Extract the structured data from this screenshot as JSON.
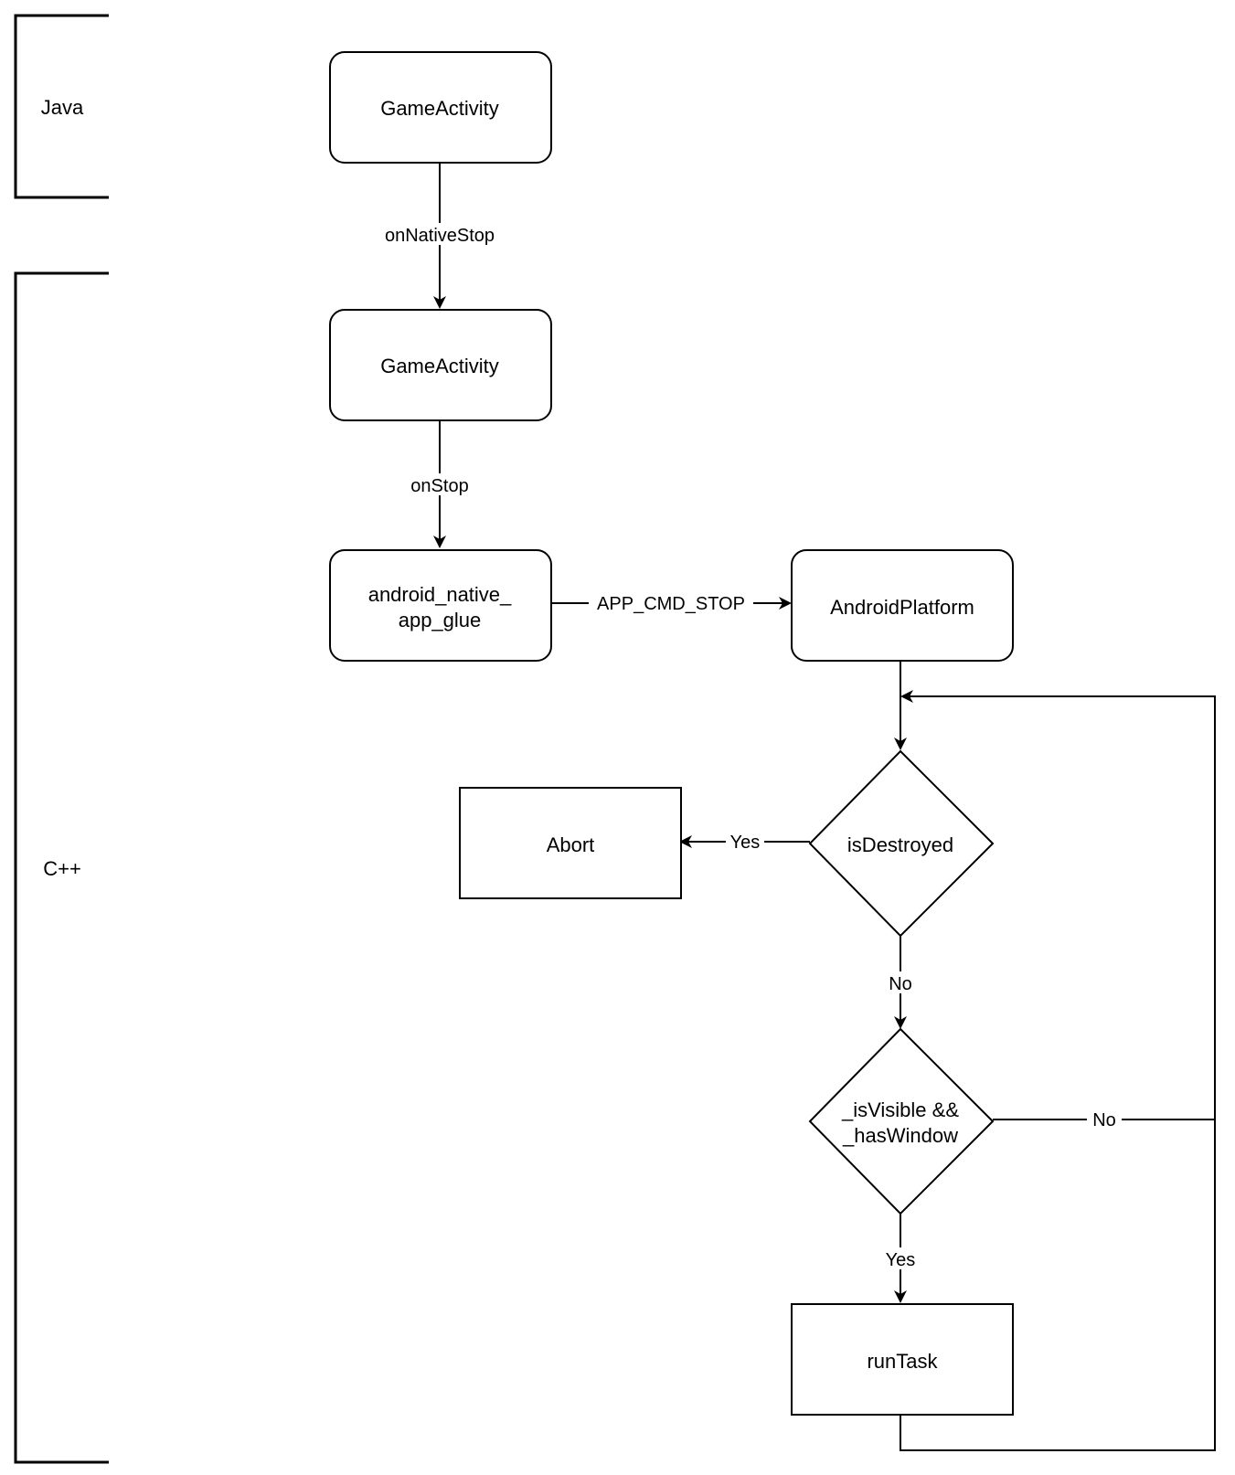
{
  "lanes": {
    "java": "Java",
    "cpp": "C++"
  },
  "nodes": {
    "game_activity_java": "GameActivity",
    "game_activity_cpp": "GameActivity",
    "glue_line1": "android_native_",
    "glue_line2": "app_glue",
    "android_platform": "AndroidPlatform",
    "abort": "Abort",
    "is_destroyed": "isDestroyed",
    "visible_line1": "_isVisible &&",
    "visible_line2": "_hasWindow",
    "run_task": "runTask"
  },
  "edges": {
    "on_native_stop": "onNativeStop",
    "on_stop": "onStop",
    "app_cmd_stop": "APP_CMD_STOP",
    "destroyed_yes": "Yes",
    "destroyed_no": "No",
    "visible_no": "No",
    "visible_yes": "Yes"
  },
  "colors": {
    "stroke": "#000000",
    "background": "#ffffff"
  }
}
